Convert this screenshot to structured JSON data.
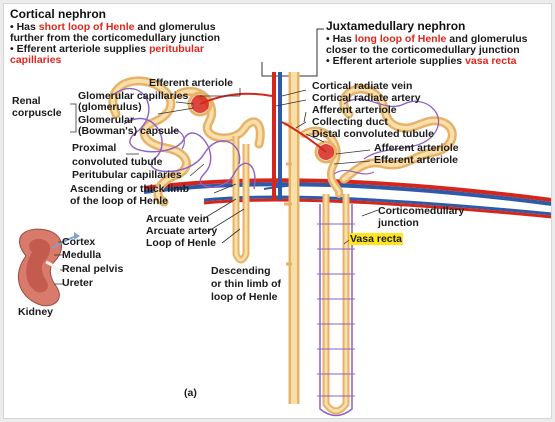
{
  "cortical": {
    "title": "Cortical nephron",
    "bullet1_pre": "• Has ",
    "bullet1_red": "short loop of Henle",
    "bullet1_post": " and glomerulus",
    "bullet1_line2": "further from the corticomedullary junction",
    "bullet2_pre": "• Efferent arteriole supplies ",
    "bullet2_red1": "peritubular",
    "bullet2_red2": "capillaries"
  },
  "juxta": {
    "title": "Juxtamedullary nephron",
    "bullet1_pre": "• Has ",
    "bullet1_red": "long loop of Henle",
    "bullet1_post": " and glomerulus",
    "bullet1_line2": "closer to the corticomedullary junction",
    "bullet2_pre": "• Efferent arteriole supplies ",
    "bullet2_red": "vasa recta"
  },
  "labels": {
    "efferent_arteriole": "Efferent arteriole",
    "renal": "Renal",
    "corpuscle": "corpuscle",
    "glom_cap_1": "Glomerular capillaries",
    "glom_cap_2": "(glomerulus)",
    "glom_1": "Glomerular",
    "glom_2": "(Bowman's) capsule",
    "proximal_1": "Proximal",
    "proximal_2": "convoluted tubule",
    "peritubular": "Peritubular capillaries",
    "ascending_1": "Ascending or thick limb",
    "ascending_2": "of the loop of Henle",
    "arcuate_vein": "Arcuate vein",
    "arcuate_artery": "Arcuate artery",
    "loop_henle": "Loop of Henle",
    "descending_1": "Descending",
    "descending_2": "or thin limb of",
    "descending_3": "loop of Henle",
    "cortical_radiate_vein": "Cortical radiate vein",
    "cortical_radiate_artery": "Cortical radiate artery",
    "afferent_arteriole": "Afferent arteriole",
    "collecting_duct": "Collecting duct",
    "distal": "Distal convoluted tubule",
    "afferent_arteriole_2": "Afferent arteriole",
    "efferent_arteriole_2": "Efferent arteriole",
    "corticomedullary_1": "Corticomedullary",
    "corticomedullary_2": "junction",
    "vasa_recta": "Vasa recta",
    "cortex": "Cortex",
    "medulla": "Medulla",
    "renal_pelvis": "Renal pelvis",
    "ureter": "Ureter",
    "kidney": "Kidney",
    "panel": "(a)"
  },
  "colors": {
    "artery": "#d6261c",
    "vein": "#2e5aa8",
    "tubule": "#f2c77f",
    "capillary": "#8f62c4",
    "highlight": "#ffe61a",
    "emphasis": "#e0261b"
  }
}
